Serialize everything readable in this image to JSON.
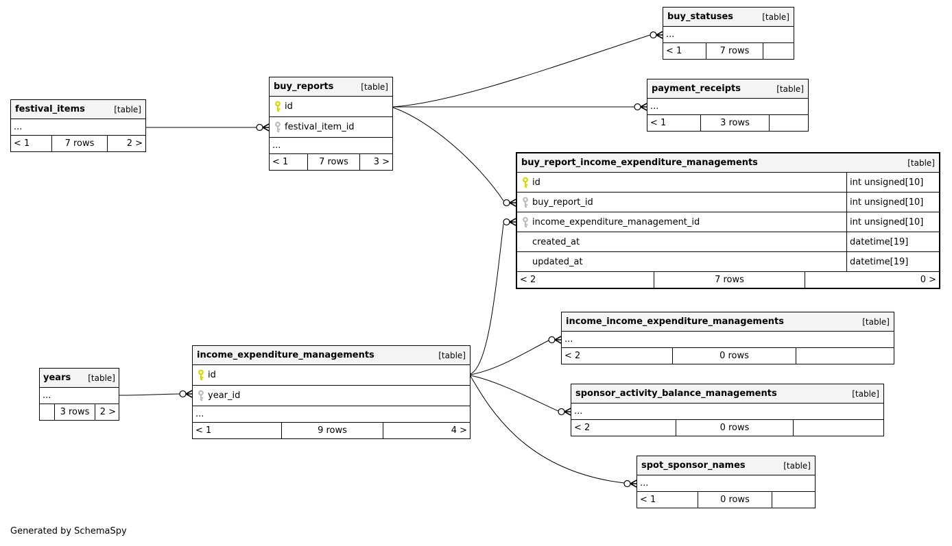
{
  "generated_by": "Generated by SchemaSpy",
  "colors": {
    "primary_key_icon": "#d9d900",
    "foreign_key_icon": "#bcbcbc",
    "header_bg": "#f4f4f4",
    "border": "#000000"
  },
  "tables": {
    "festival_items": {
      "name": "festival_items",
      "tag": "[table]",
      "columns": [
        {
          "label": "..."
        }
      ],
      "footer": {
        "left": "< 1",
        "center": "7 rows",
        "right": "2 >"
      }
    },
    "buy_reports": {
      "name": "buy_reports",
      "tag": "[table]",
      "columns": [
        {
          "label": "id",
          "key": "primary"
        },
        {
          "label": "festival_item_id",
          "key": "foreign"
        },
        {
          "label": "..."
        }
      ],
      "footer": {
        "left": "< 1",
        "center": "7 rows",
        "right": "3 >"
      }
    },
    "buy_statuses": {
      "name": "buy_statuses",
      "tag": "[table]",
      "columns": [
        {
          "label": "..."
        }
      ],
      "footer": {
        "left": "< 1",
        "center": "7 rows",
        "right": ""
      }
    },
    "payment_receipts": {
      "name": "payment_receipts",
      "tag": "[table]",
      "columns": [
        {
          "label": "..."
        }
      ],
      "footer": {
        "left": "< 1",
        "center": "3 rows",
        "right": ""
      }
    },
    "buy_report_income_expenditure_managements": {
      "name": "buy_report_income_expenditure_managements",
      "tag": "[table]",
      "columns": [
        {
          "label": "id",
          "key": "primary",
          "type": "int unsigned[10]"
        },
        {
          "label": "buy_report_id",
          "key": "foreign",
          "type": "int unsigned[10]"
        },
        {
          "label": "income_expenditure_management_id",
          "key": "foreign",
          "type": "int unsigned[10]"
        },
        {
          "label": "created_at",
          "type": "datetime[19]"
        },
        {
          "label": "updated_at",
          "type": "datetime[19]"
        }
      ],
      "footer": {
        "left": "< 2",
        "center": "7 rows",
        "right": "0 >"
      }
    },
    "income_income_expenditure_managements": {
      "name": "income_income_expenditure_managements",
      "tag": "[table]",
      "columns": [
        {
          "label": "..."
        }
      ],
      "footer": {
        "left": "< 2",
        "center": "0 rows",
        "right": ""
      }
    },
    "sponsor_activity_balance_managements": {
      "name": "sponsor_activity_balance_managements",
      "tag": "[table]",
      "columns": [
        {
          "label": "..."
        }
      ],
      "footer": {
        "left": "< 2",
        "center": "0 rows",
        "right": ""
      }
    },
    "spot_sponsor_names": {
      "name": "spot_sponsor_names",
      "tag": "[table]",
      "columns": [
        {
          "label": "..."
        }
      ],
      "footer": {
        "left": "< 1",
        "center": "0 rows",
        "right": ""
      }
    },
    "income_expenditure_managements": {
      "name": "income_expenditure_managements",
      "tag": "[table]",
      "columns": [
        {
          "label": "id",
          "key": "primary"
        },
        {
          "label": "year_id",
          "key": "foreign"
        },
        {
          "label": "..."
        }
      ],
      "footer": {
        "left": "< 1",
        "center": "9 rows",
        "right": "4 >"
      }
    },
    "years": {
      "name": "years",
      "tag": "[table]",
      "columns": [
        {
          "label": "..."
        }
      ],
      "footer": {
        "left": "",
        "center": "3 rows",
        "right": "2 >"
      }
    }
  },
  "relationships": [
    {
      "from": "festival_items",
      "to": "buy_reports.festival_item_id"
    },
    {
      "from": "buy_reports.id",
      "to": "buy_statuses"
    },
    {
      "from": "buy_reports.id",
      "to": "payment_receipts"
    },
    {
      "from": "buy_reports.id",
      "to": "buy_report_income_expenditure_managements.buy_report_id"
    },
    {
      "from": "income_expenditure_managements.id",
      "to": "buy_report_income_expenditure_managements.income_expenditure_management_id"
    },
    {
      "from": "income_expenditure_managements.id",
      "to": "income_income_expenditure_managements"
    },
    {
      "from": "income_expenditure_managements.id",
      "to": "sponsor_activity_balance_managements"
    },
    {
      "from": "income_expenditure_managements.id",
      "to": "spot_sponsor_names"
    },
    {
      "from": "years",
      "to": "income_expenditure_managements.year_id"
    }
  ]
}
